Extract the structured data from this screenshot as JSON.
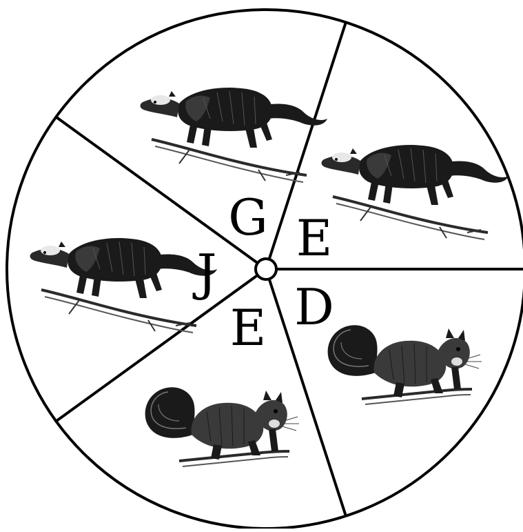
{
  "spinner": {
    "sectors": [
      {
        "letter": "G",
        "animal": "fisher-marten"
      },
      {
        "letter": "E",
        "animal": "fisher-marten"
      },
      {
        "letter": "D",
        "animal": "squirrel"
      },
      {
        "letter": "E",
        "animal": "squirrel"
      },
      {
        "letter": "J",
        "animal": "fisher-marten"
      }
    ],
    "colors": {
      "line": "#000000",
      "fill": "#ffffff",
      "animal_dark": "#1a1a1a",
      "animal_mid": "#3a3a3a"
    }
  }
}
